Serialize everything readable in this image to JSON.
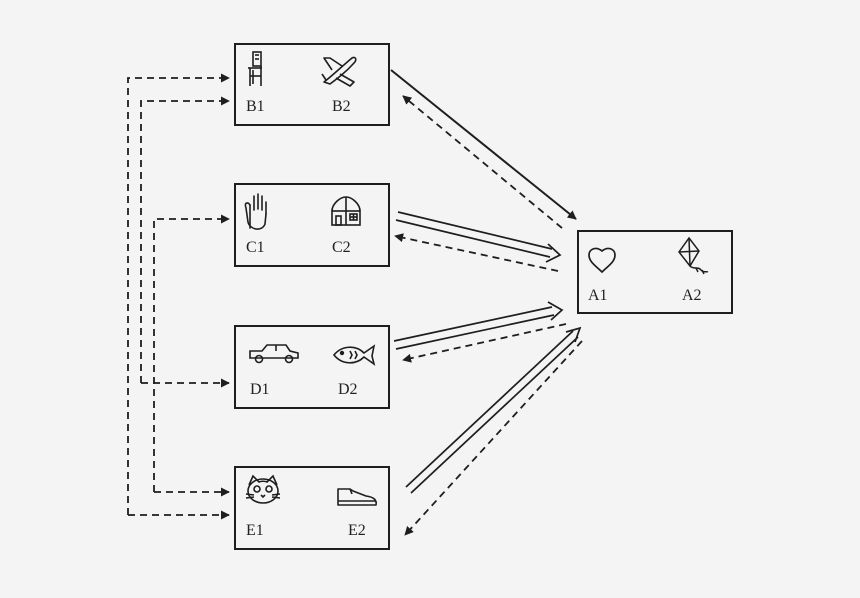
{
  "nodes": [
    {
      "id": "B",
      "items": [
        {
          "label": "B1",
          "icon": "chair-icon"
        },
        {
          "label": "B2",
          "icon": "airplane-icon"
        }
      ]
    },
    {
      "id": "C",
      "items": [
        {
          "label": "C1",
          "icon": "hand-icon"
        },
        {
          "label": "C2",
          "icon": "house-icon"
        }
      ]
    },
    {
      "id": "D",
      "items": [
        {
          "label": "D1",
          "icon": "car-icon"
        },
        {
          "label": "D2",
          "icon": "fish-icon"
        }
      ]
    },
    {
      "id": "E",
      "items": [
        {
          "label": "E1",
          "icon": "cat-face-icon"
        },
        {
          "label": "E2",
          "icon": "shoe-icon"
        }
      ]
    },
    {
      "id": "A",
      "items": [
        {
          "label": "A1",
          "icon": "heart-icon"
        },
        {
          "label": "A2",
          "icon": "kite-icon"
        }
      ]
    }
  ],
  "edges": [
    {
      "from": "B",
      "to": "A",
      "style": "solid"
    },
    {
      "from": "A",
      "to": "B",
      "style": "dashed"
    },
    {
      "from": "C",
      "to": "A",
      "style": "double"
    },
    {
      "from": "A",
      "to": "C",
      "style": "dashed"
    },
    {
      "from": "D",
      "to": "A",
      "style": "double"
    },
    {
      "from": "A",
      "to": "D",
      "style": "dashed"
    },
    {
      "from": "E",
      "to": "A",
      "style": "double"
    },
    {
      "from": "A",
      "to": "E",
      "style": "dashed"
    },
    {
      "from": "left-bus",
      "to": "B",
      "style": "dashed"
    },
    {
      "from": "left-bus",
      "to": "C",
      "style": "dashed"
    },
    {
      "from": "left-bus",
      "to": "D",
      "style": "dashed"
    },
    {
      "from": "left-bus",
      "to": "E",
      "style": "dashed"
    }
  ],
  "colors": {
    "ink": "#1e1e1e",
    "background": "#f4f4f4"
  }
}
